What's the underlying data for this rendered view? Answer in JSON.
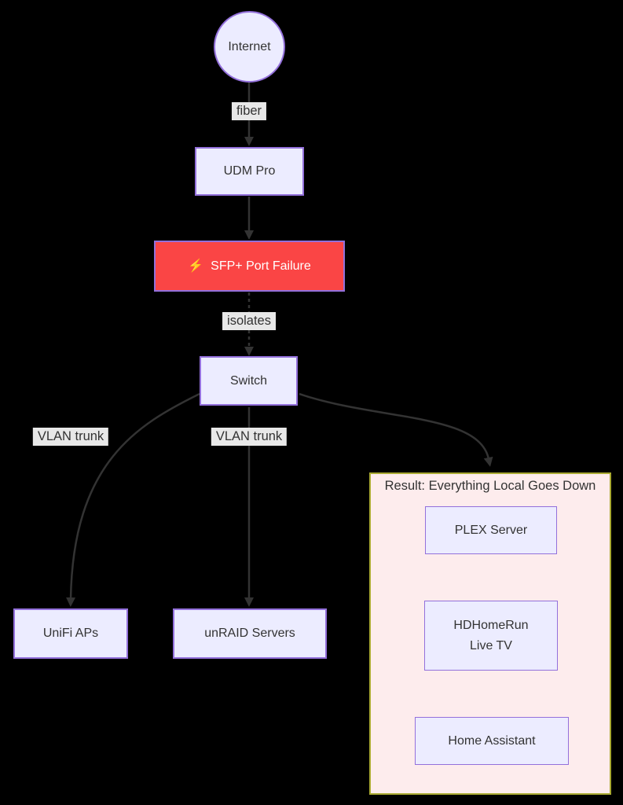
{
  "diagram": {
    "colors": {
      "background": "#000000",
      "node_fill": "#ECECFF",
      "node_border": "#9370DB",
      "failure_fill": "#fa4545",
      "failure_text": "#ffffff",
      "edge": "#333333",
      "label_bg": "#e8e8e8",
      "text": "#333333",
      "cluster_fill": "#fdeced",
      "cluster_border": "#aaaa33"
    },
    "nodes": {
      "internet": {
        "label": "Internet",
        "shape": "circle"
      },
      "udm_pro": {
        "label": "UDM Pro"
      },
      "sfp_failure": {
        "label": "SFP+ Port Failure",
        "icon": "⚡"
      },
      "switch": {
        "label": "Switch"
      },
      "unifi_aps": {
        "label": "UniFi APs"
      },
      "unraid_servers": {
        "label": "unRAID Servers"
      },
      "plex_server": {
        "label": "PLEX Server"
      },
      "hdhomerun": {
        "label_line1": "HDHomeRun",
        "label_line2": "Live TV"
      },
      "home_assistant": {
        "label": "Home Assistant"
      }
    },
    "cluster": {
      "title": "Result: Everything Local Goes Down"
    },
    "edge_labels": {
      "fiber": "fiber",
      "isolates": "isolates",
      "vlan_trunk_left": "VLAN trunk",
      "vlan_trunk_center": "VLAN trunk"
    }
  }
}
